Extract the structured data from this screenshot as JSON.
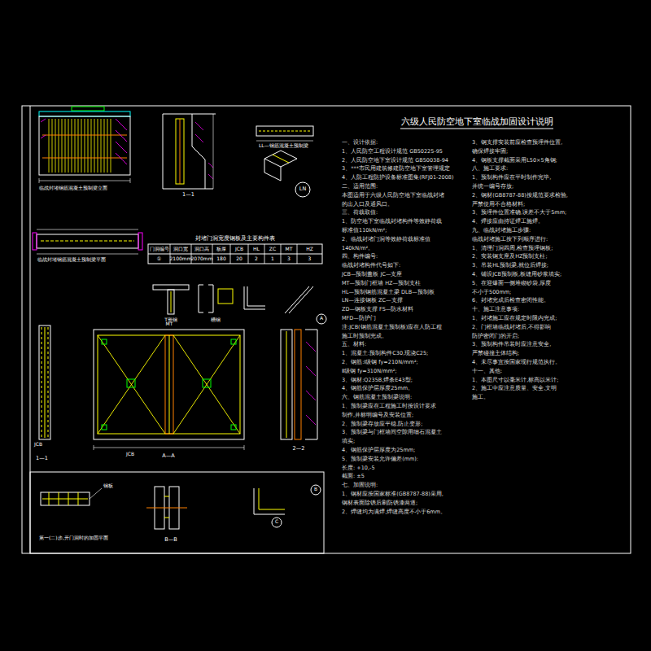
{
  "diagram": {
    "title": "六级人民防空地下室临战加固设计说明",
    "labels": [
      "临战封堵钢筋混凝土预制梁立面",
      "1—1",
      "LL—钢筋混凝土预制梁",
      "LN",
      "临战封堵钢筋混凝土预制梁平面",
      "封堵门洞宽度钢板及主要构件表",
      "门洞编号",
      "洞口宽",
      "洞口高",
      "板厚",
      "JCB",
      "HL",
      "ZC",
      "MT",
      "HZ",
      "①",
      "2100mm",
      "2070mm",
      "180",
      "20",
      "2",
      "1",
      "3",
      "3",
      "JCB",
      "A—A",
      "2—2",
      "1—1",
      "A",
      "B",
      "C",
      "B—B",
      "第一(二)步,开门洞时的加固平面",
      "钢板",
      "MT",
      "T形钢",
      "槽钢",
      "JCB",
      "一、设计依据:",
      "1、人民防空工程设计规范 GB50225-95",
      "2、人民防空地下室设计规范 GB50038-94",
      "3、***市民用建筑修建防空地下室管理规定",
      "4、人防工程防护设备标准图集(RFJ01-2008)",
      "二、适用范围:",
      "本图适用于六级人民防空地下室临战封堵",
      "的出入口及通风口。",
      "三、荷载取值:",
      "1、防空地下室临战封堵构件等效静荷载",
      "标准值110kN/m²;",
      "2、临战封堵门洞等效静荷载标准值",
      "140kN/m²。",
      "四、构件编号:",
      "临战封堵构件代号如下:",
      "JCB—预制盖板        JC—支座",
      "MT—预制门框墙     HZ—预制支柱",
      "HL—预制钢筋混凝土梁  DLB—预制板",
      "LN—连接钢板        ZC—支撑",
      "ZD—钢板支撑        FS—防水材料",
      "MFD—防护门",
      "注:JCB(钢筋混凝土预制板)应在人防工程",
      "施工时预制完成。",
      "五、材料:",
      "1、混凝土:预制构件C30,现浇C25;",
      "2、钢筋:Ⅰ级钢 fy=210N/mm²;",
      "Ⅱ级钢 fy=310N/mm²;",
      "3、钢材:Q235B,焊条E43型;",
      "4、钢筋保护层厚度25mm。",
      "六、钢筋混凝土预制梁说明:",
      "1、预制梁应在工程施工时按设计要求",
      "制作,并标明编号及安装位置;",
      "2、预制梁存放应平稳,防止变形;",
      "3、预制梁与门框墙间空隙用细石混凝土",
      "填实;",
      "4、钢筋保护层厚度为25mm;",
      "5、预制梁安装允许偏差(mm):",
      "长度: +10,-5",
      "截面: ±5",
      "七、加固说明:",
      "1、钢材应按国家标准(GB8787-88)采用,",
      "钢材表面除锈后刷防锈漆两道;",
      "2、焊缝均为满焊,焊缝高度不小于6mm。",
      "3、钢支撑安装前应检查预埋件位置,",
      "确保焊接牢固;",
      "4、钢板支撑截面采用L50×5角钢;",
      "八、施工要求:",
      "1、预制构件应在平时制作完毕,",
      "并统一编号存放;",
      "2、钢材(GB8787-88)按规范要求检验,",
      "严禁使用不合格材料;",
      "3、预埋件位置准确,误差不大于5mm;",
      "4、焊接应由持证焊工施焊。",
      "九、临战封堵施工步骤:",
      "临战封堵施工按下列顺序进行:",
      "1、清理门洞四周,检查预埋钢板;",
      "2、安装钢支座及HZ预制支柱;",
      "3、吊装HL预制梁,就位后焊接;",
      "4、铺设JCB预制板,板缝用砂浆填实;",
      "5、在迎爆面一侧堆砌砂袋,厚度",
      "不小于500mm;",
      "6、封堵完成后检查密闭性能。",
      "十、施工注意事项:",
      "1、封堵施工应在规定时限内完成;",
      "2、门框墙临战封堵后,不得影响",
      "防护密闭门的开启;",
      "3、预制构件吊装时应注意安全,",
      "严禁碰撞主体结构;",
      "4、未尽事宜按国家现行规范执行。",
      "十一、其他:",
      "1、本图尺寸以毫米计,标高以米计;",
      "2、施工中应注意质量、安全,文明",
      "施工。"
    ]
  }
}
